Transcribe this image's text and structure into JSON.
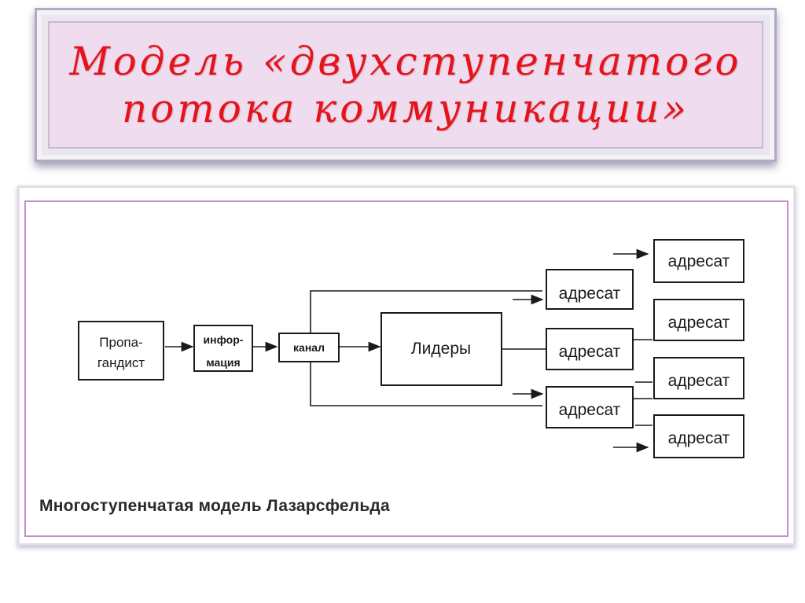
{
  "slide": {
    "title_line1": "Модель «двухступенчатого",
    "title_line2": "потока коммуникации»"
  },
  "diagram": {
    "nodes": {
      "propagandist_line1": "Пропа-",
      "propagandist_line2": "гандист",
      "information_line1": "инфор-",
      "information_line2": "мация",
      "channel": "канал",
      "leaders": "Лидеры",
      "addressee": "адресат"
    },
    "caption": "Многоступенчатая модель Лазарсфельда"
  },
  "colors": {
    "title_text": "#e4131c",
    "title_panel": "#f0dcef",
    "diagram_border": "#c98ad0"
  }
}
